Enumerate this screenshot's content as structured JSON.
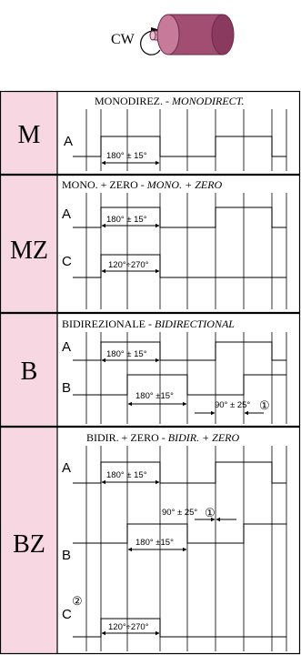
{
  "header": {
    "direction_label": "CW"
  },
  "colors": {
    "label_column_fill": "#f7d7e1",
    "motor_body": "#a24d72",
    "motor_shadow": "#6e2a4a",
    "motor_face": "#c77a9a",
    "shaft": "#e3b3c6",
    "line": "#000000"
  },
  "sections": [
    {
      "code": "M",
      "title_plain": "MONODIREZ. - ",
      "title_italic": "MONODIRECT.",
      "channels": [
        {
          "name": "A",
          "annotation": "180° ± 15°"
        }
      ]
    },
    {
      "code": "MZ",
      "title_plain": "MONO. + ZERO - ",
      "title_italic": "MONO. + ZERO",
      "channels": [
        {
          "name": "A",
          "annotation": "180° ± 15°"
        },
        {
          "name": "C",
          "annotation": "120°÷270°"
        }
      ]
    },
    {
      "code": "B",
      "title_plain": "BIDIREZIONALE - ",
      "title_italic": "BIDIRECTIONAL",
      "channels": [
        {
          "name": "A",
          "annotation": "180° ± 15°"
        },
        {
          "name": "B",
          "annotation": "180° ±15°"
        }
      ],
      "phase_annotation": "90° ± 25°",
      "phase_note": "①"
    },
    {
      "code": "BZ",
      "title_plain": "BIDIR. + ZERO - ",
      "title_italic": "BIDIR. + ZERO",
      "channels": [
        {
          "name": "A",
          "annotation": "180° ± 15°"
        },
        {
          "name": "B",
          "annotation": "180° ±15°"
        },
        {
          "name": "C",
          "annotation": "120°÷270°",
          "note": "②"
        }
      ],
      "phase_annotation": "90° ± 25°",
      "phase_note": "①"
    }
  ]
}
